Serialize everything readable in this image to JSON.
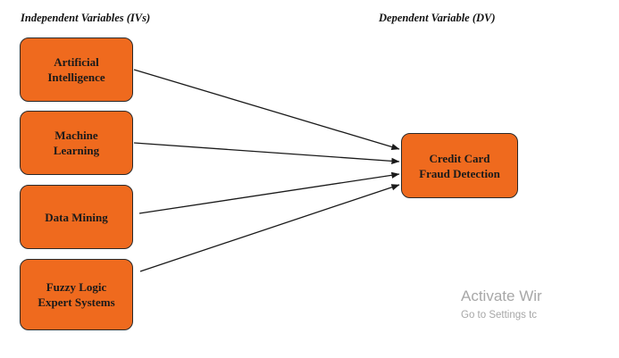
{
  "headings": {
    "independent": "Independent Variables (IVs)",
    "dependent": "Dependent Variable (DV)"
  },
  "independent_variables": [
    {
      "label": "Artificial\nIntelligence"
    },
    {
      "label": "Machine\nLearning"
    },
    {
      "label": "Data Mining"
    },
    {
      "label": "Fuzzy Logic\nExpert Systems"
    }
  ],
  "dependent_variable": {
    "label": "Credit Card\nFraud Detection"
  },
  "colors": {
    "box_fill": "#ef6a1e",
    "box_border": "#2a2a2a",
    "arrow": "#1a1a1a"
  },
  "watermark": {
    "title": "Activate Wir",
    "subtitle": "Go to Settings tс"
  }
}
